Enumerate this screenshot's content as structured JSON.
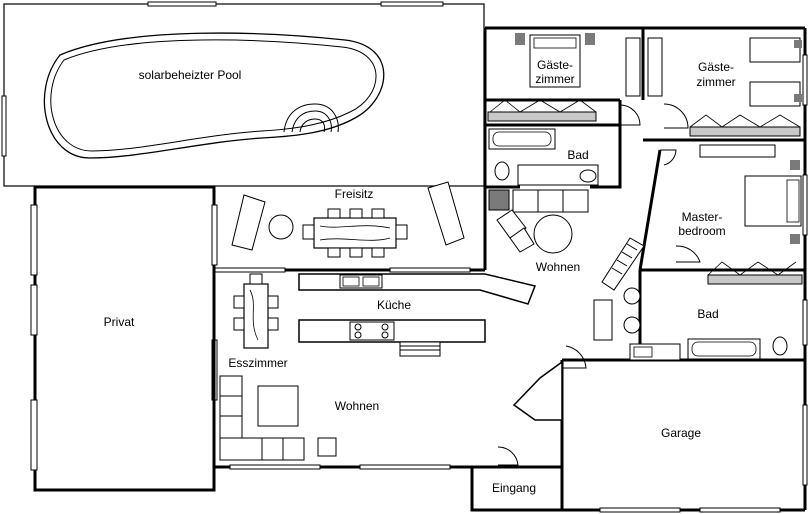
{
  "colors": {
    "wall": "#000000",
    "background": "#ffffff",
    "furniture_dark": "#7a7a7a",
    "furniture_light": "#c8c8c8"
  },
  "rooms": {
    "pool": "solarbeheizter Pool",
    "guest1": "Gäste-\nzimmer",
    "guest2": "Gäste-\nzimmer",
    "bath_top": "Bad",
    "freisitz": "Freisitz",
    "living_small": "Wohnen",
    "master": "Master-\nbedroom",
    "kitchen": "Küche",
    "privat": "Privat",
    "bath_master": "Bad",
    "dining": "Esszimmer",
    "living": "Wohnen",
    "garage": "Garage",
    "entrance": "Eingang"
  },
  "icons": [
    "table-icon",
    "chair-icon",
    "lounge-chair-icon",
    "bed-icon",
    "bathtub-icon",
    "toilet-icon",
    "sink-icon",
    "stove-icon",
    "sofa-icon",
    "fireplace-icon",
    "door-swing-icon",
    "stair-icon"
  ]
}
